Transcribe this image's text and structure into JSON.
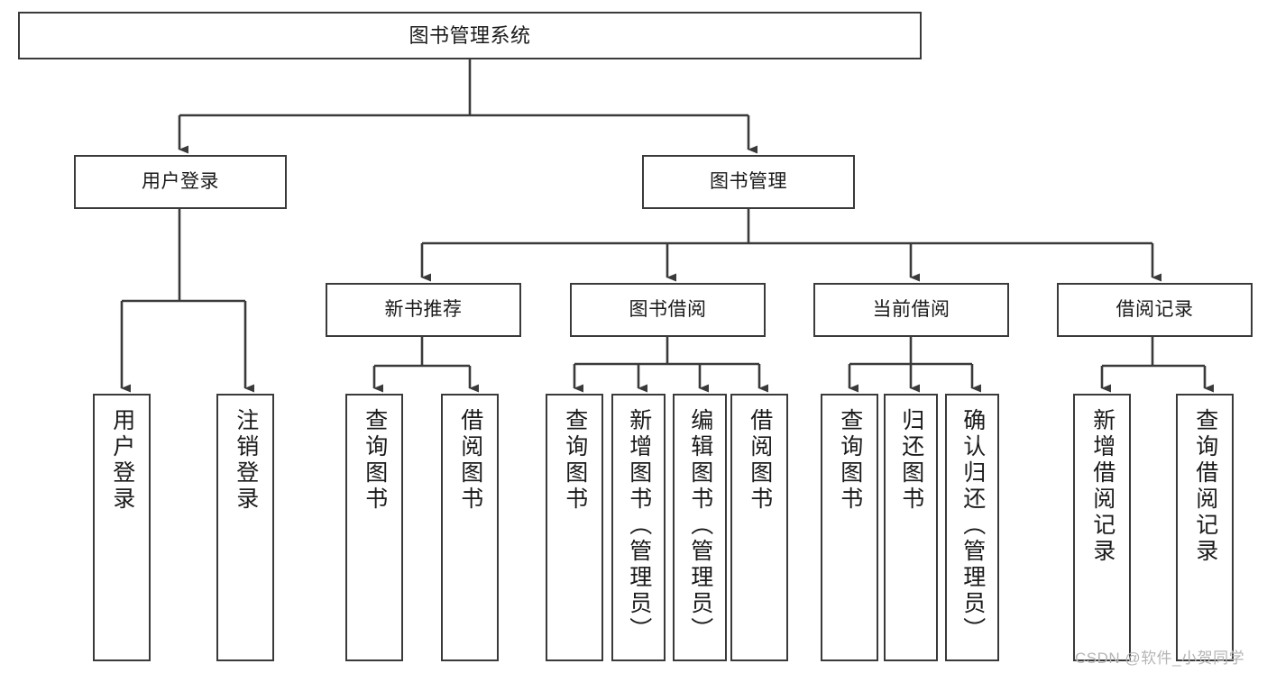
{
  "diagram": {
    "title_node": "图书管理系统",
    "type": "hierarchy-tree",
    "level1": [
      {
        "id": "user-login",
        "label": "用户登录"
      },
      {
        "id": "book-manage",
        "label": "图书管理"
      }
    ],
    "level2": [
      {
        "id": "new-book-recommend",
        "label": "新书推荐",
        "parent": "book-manage"
      },
      {
        "id": "book-borrow",
        "label": "图书借阅",
        "parent": "book-manage"
      },
      {
        "id": "current-borrow",
        "label": "当前借阅",
        "parent": "book-manage"
      },
      {
        "id": "borrow-record",
        "label": "借阅记录",
        "parent": "book-manage"
      }
    ],
    "leaves": [
      {
        "id": "leaf-user-login",
        "label": "用户登录",
        "parent": "user-login"
      },
      {
        "id": "leaf-logout",
        "label": "注销登录",
        "parent": "user-login"
      },
      {
        "id": "leaf-query-book-1",
        "label": "查询图书",
        "parent": "new-book-recommend"
      },
      {
        "id": "leaf-borrow-book-1",
        "label": "借阅图书",
        "parent": "new-book-recommend"
      },
      {
        "id": "leaf-query-book-2",
        "label": "查询图书",
        "parent": "book-borrow"
      },
      {
        "id": "leaf-add-book",
        "label": "新增图书（管理员）",
        "parent": "book-borrow"
      },
      {
        "id": "leaf-edit-book",
        "label": "编辑图书（管理员）",
        "parent": "book-borrow"
      },
      {
        "id": "leaf-borrow-book-2",
        "label": "借阅图书",
        "parent": "book-borrow"
      },
      {
        "id": "leaf-query-book-3",
        "label": "查询图书",
        "parent": "current-borrow"
      },
      {
        "id": "leaf-return-book",
        "label": "归还图书",
        "parent": "current-borrow"
      },
      {
        "id": "leaf-confirm-return",
        "label": "确认归还（管理员）",
        "parent": "current-borrow"
      },
      {
        "id": "leaf-add-record",
        "label": "新增借阅记录",
        "parent": "borrow-record"
      },
      {
        "id": "leaf-query-record",
        "label": "查询借阅记录",
        "parent": "borrow-record"
      }
    ]
  },
  "watermark": {
    "text": "CSDN @软件_小贺同学"
  },
  "colors": {
    "border": "#3a3a3a",
    "background": "#ffffff",
    "text": "#1a1a1a",
    "watermark": "#b5b5b5"
  }
}
